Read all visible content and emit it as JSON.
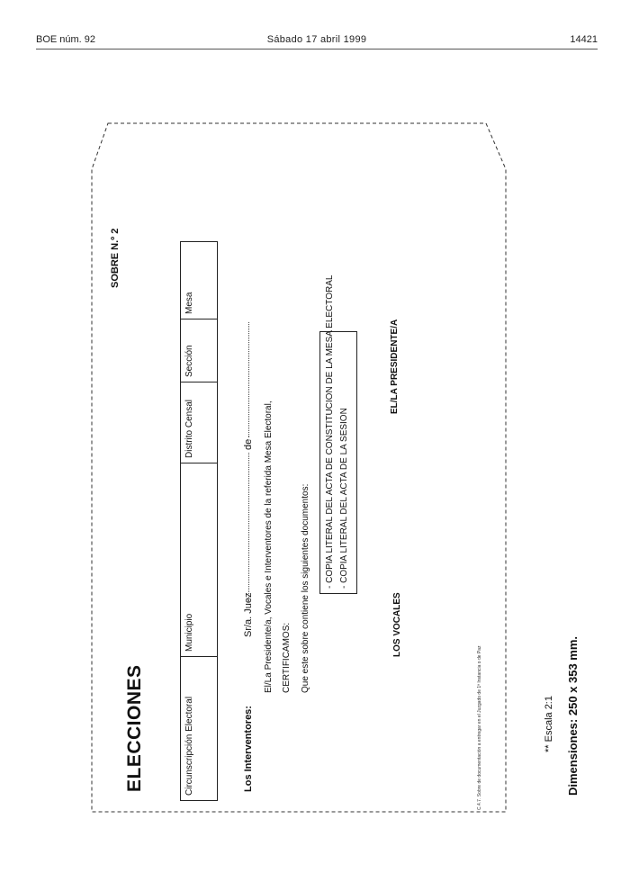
{
  "header": {
    "left": "BOE núm. 92",
    "center": "Sábado  17  abril  1999",
    "right": "14421"
  },
  "form": {
    "sobre": "SOBRE N.º 2",
    "title": "ELECCIONES",
    "table_headers": [
      "Circunscripción Electoral",
      "Municipio",
      "Distrito Censal",
      "Sección",
      "Mesa"
    ],
    "interventores": "Los Interventores:",
    "juez": "Sr/a. Juez",
    "de": "de",
    "presidente_line": "El/La Presidente/a, Vocales e Interventores de la referida Mesa Electoral,",
    "certificamos": "CERTIFICAMOS:",
    "que_sobre": "Que este sobre contiene los siguientes documentos:",
    "documents": [
      "- COPIA LITERAL DEL ACTA DE CONSTITUCION DE LA MESA ELECTORAL",
      "- COPIA LITERAL DEL ACTA DE LA SESION"
    ],
    "presidente_sign": "EL/LA PRESIDENTE/A",
    "vocales_sign": "LOS VOCALES",
    "footnote": "C.4.7. Sobre de documentación a entregar en el Juzgado de 1ª Instancia o de Paz"
  },
  "notes": {
    "scale": "** Escala 2:1",
    "dimensions": "Dimensiones: 250 x 353 mm."
  }
}
